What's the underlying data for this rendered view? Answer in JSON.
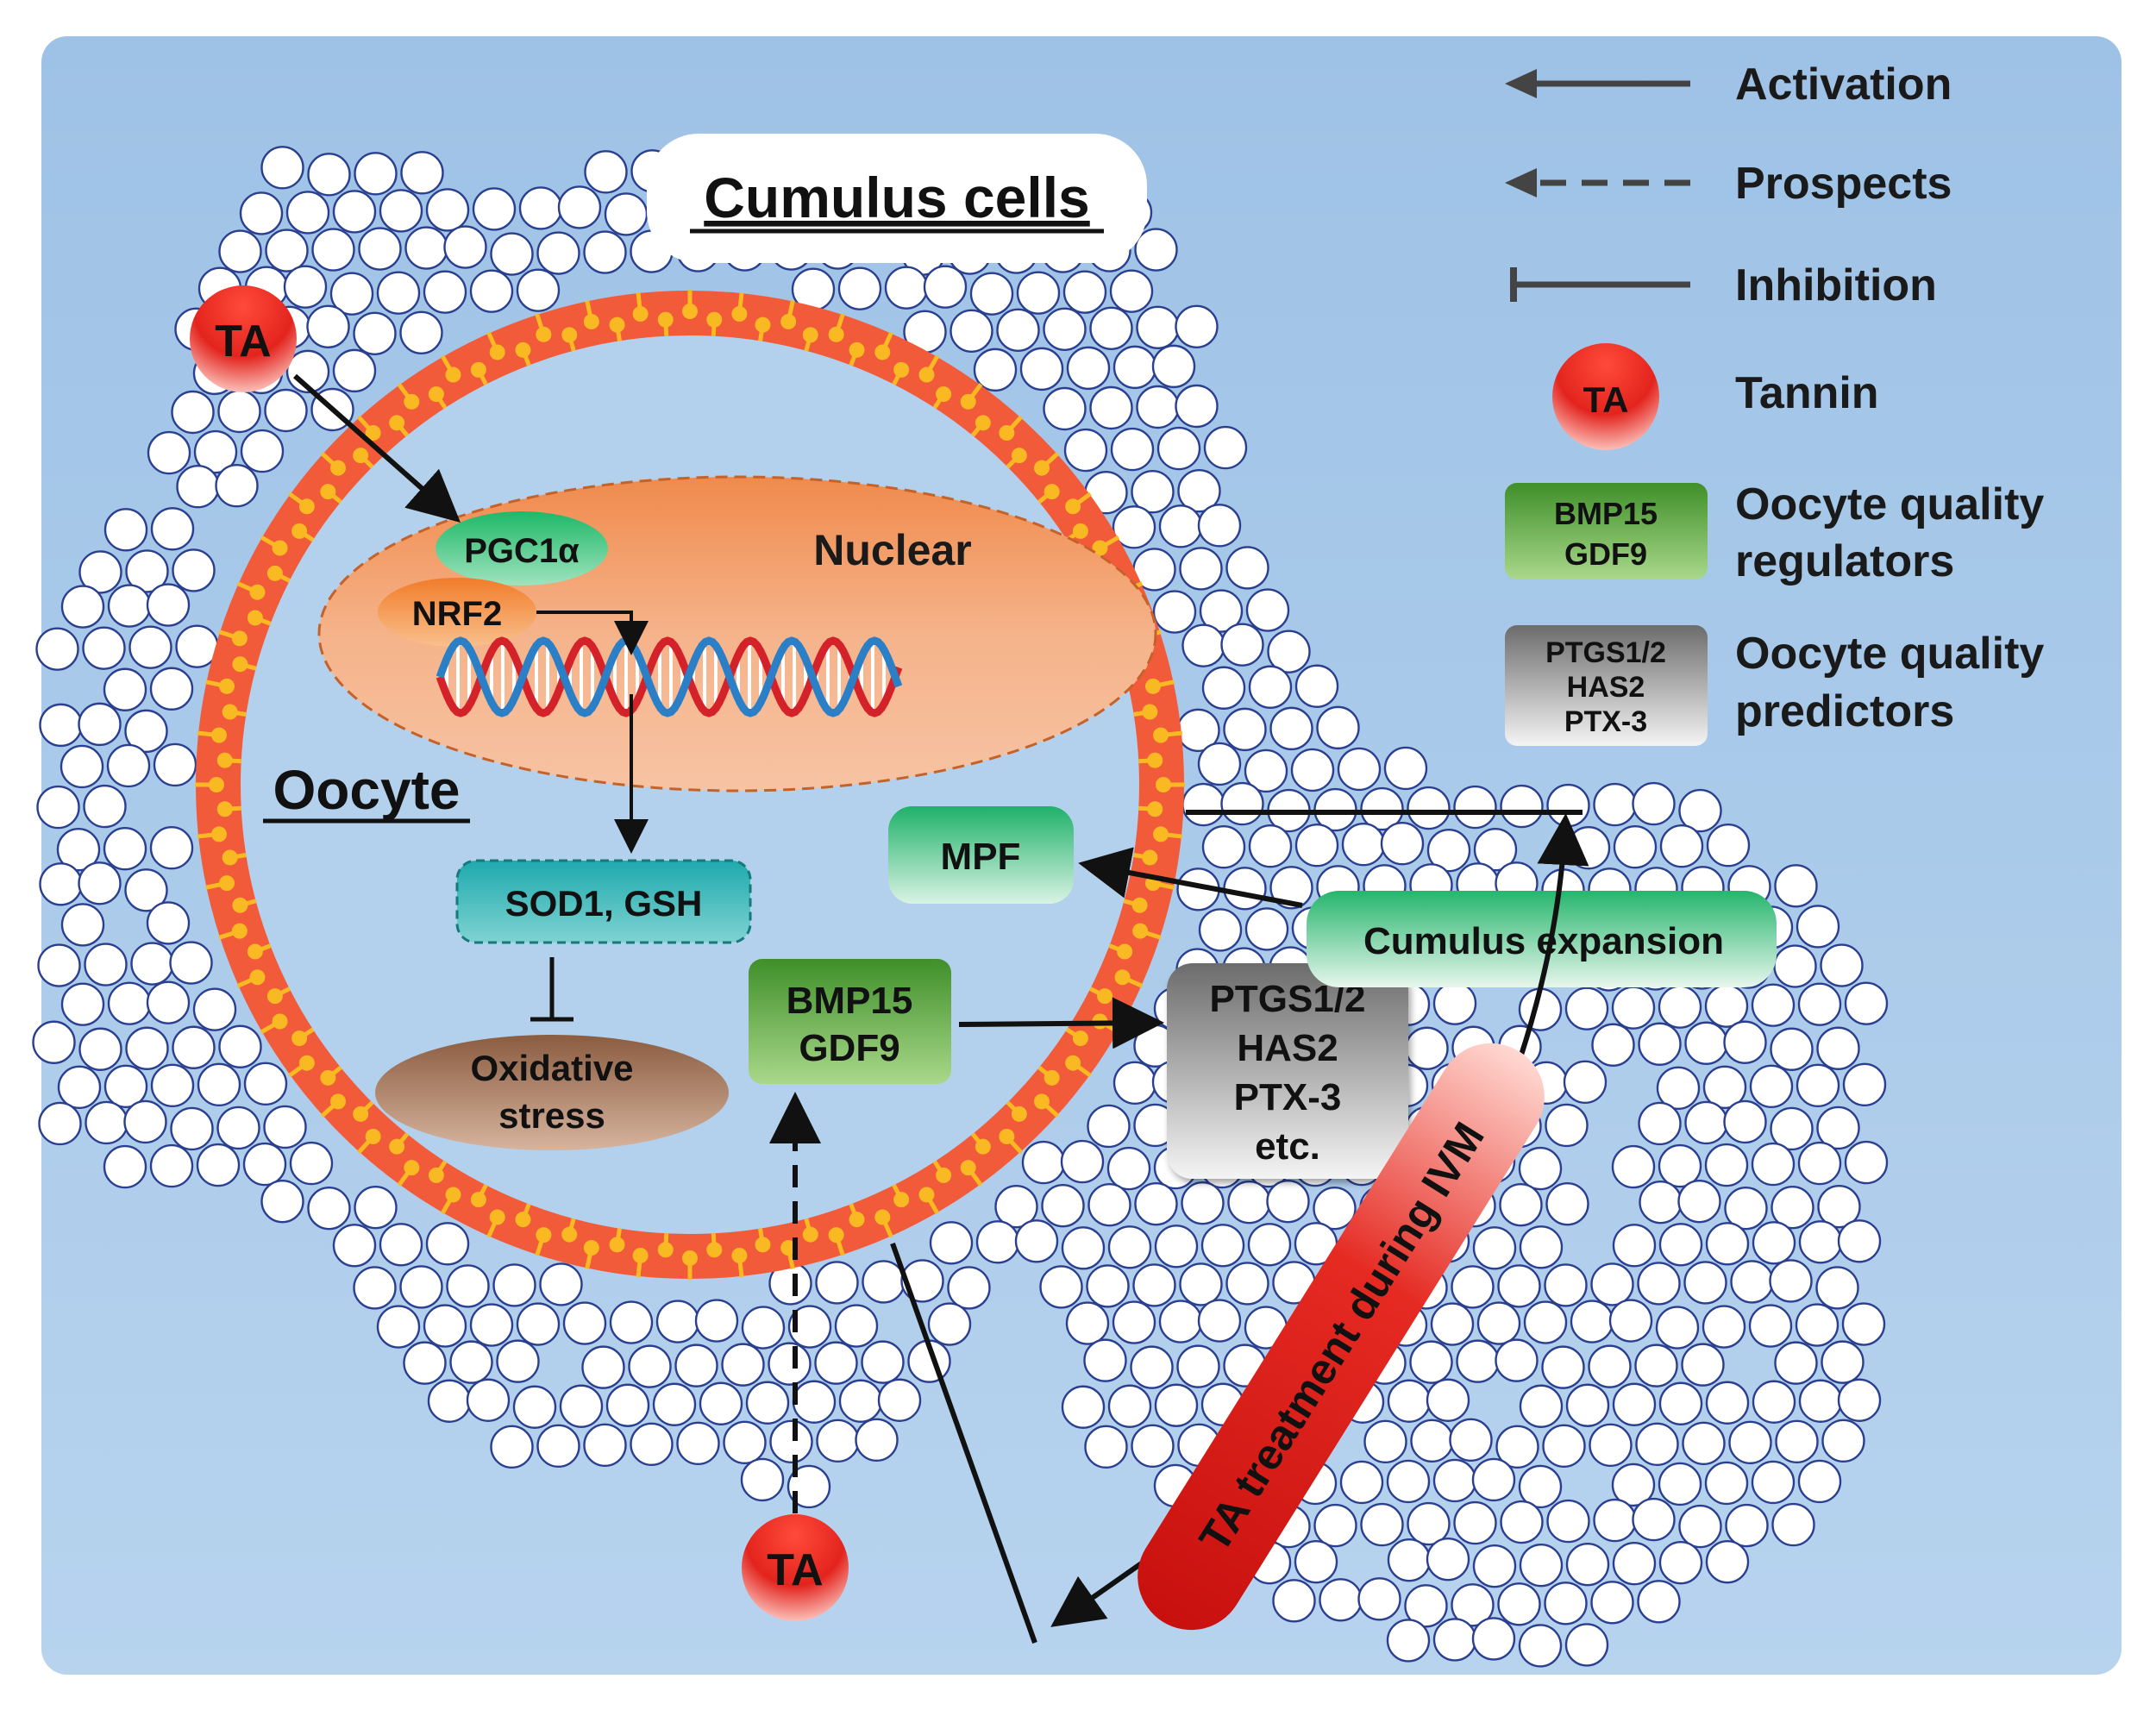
{
  "labels": {
    "cumulus_cells": "Cumulus cells",
    "oocyte": "Oocyte",
    "nuclear": "Nuclear",
    "pgc1a": "PGC1α",
    "nrf2": "NRF2",
    "sod_gsh": "SOD1, GSH",
    "oxidative_line1": "Oxidative",
    "oxidative_line2": "stress",
    "mpf": "MPF",
    "cumulus_expansion": "Cumulus expansion",
    "bmp15": "BMP15",
    "gdf9": "GDF9",
    "ptgs": "PTGS1/2",
    "has2": "HAS2",
    "ptx3": "PTX-3",
    "etc": "etc.",
    "ta_top": "TA",
    "ta_bottom": "TA",
    "ta_treatment": "TA treatment during IVM"
  },
  "legend": {
    "activation": "Activation",
    "prospects": "Prospects",
    "inhibition": "Inhibition",
    "ta_symbol": "TA",
    "tannin": "Tannin",
    "reg_box_line1": "BMP15",
    "reg_box_line2": "GDF9",
    "regulators_line1": "Oocyte quality",
    "regulators_line2": "regulators",
    "pred_box_line1": "PTGS1/2",
    "pred_box_line2": "HAS2",
    "pred_box_line3": "PTX-3",
    "predictors_line1": "Oocyte quality",
    "predictors_line2": "predictors"
  },
  "colors": {
    "background": "#a5c6e6",
    "membrane": "#f25b3a",
    "lipid_head": "#f9b922",
    "nucleus": "#f4b07e",
    "green_box": "#2fba72",
    "regulator_box": "#6aa842",
    "predictor_box": "#8a8a8a",
    "sod_box": "#2bb3b5",
    "oxidative": "#9a6a4a",
    "ta_red": "#e0201c"
  }
}
